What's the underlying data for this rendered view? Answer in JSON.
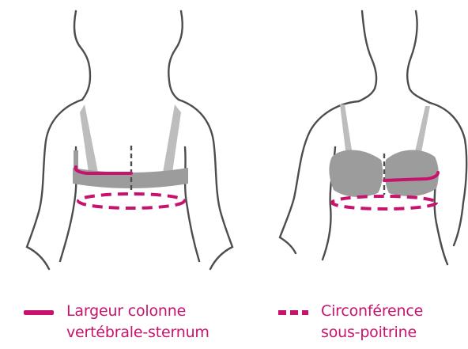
{
  "colors": {
    "accent": "#c7136e",
    "outline": "#4d4d4d",
    "garment": "#9c9c9c",
    "garment_light": "#bdbdbd"
  },
  "figures": [
    {
      "id": "back-view",
      "name": "back-figure"
    },
    {
      "id": "front-view",
      "name": "front-figure"
    }
  ],
  "legend": {
    "solid": {
      "line1": "Largeur colonne",
      "line2": "vertébrale-sternum"
    },
    "dashed": {
      "line1": "Circonférence",
      "line2": "sous-poitrine"
    }
  }
}
